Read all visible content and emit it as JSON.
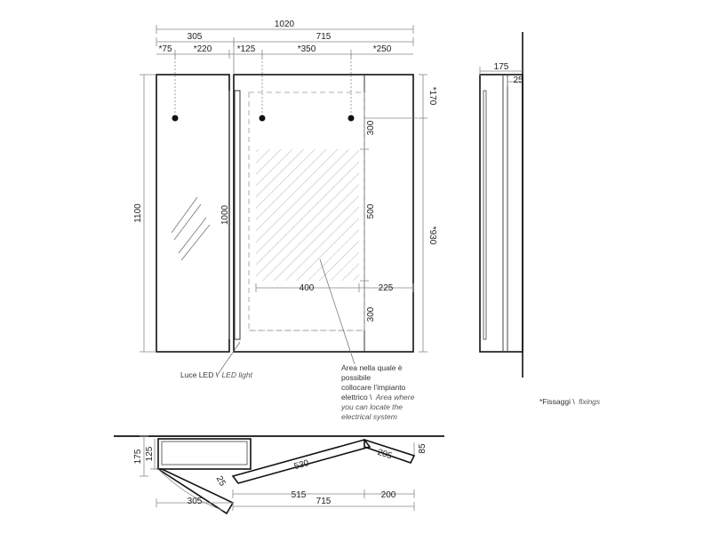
{
  "dimensions": {
    "total_width": "1020",
    "left_width": "305",
    "right_width": "715",
    "fix_75": "*75",
    "fix_220": "*220",
    "fix_125": "*125",
    "fix_350": "*350",
    "fix_250": "*250",
    "height_1100": "1100",
    "height_1000": "1000",
    "fix_170": "*170",
    "fix_930": "*930",
    "area_300_top": "300",
    "area_500": "500",
    "area_300_bottom": "300",
    "area_400": "400",
    "area_225": "225",
    "side_175": "175",
    "side_25": "25",
    "plan_175": "175",
    "plan_125": "125",
    "plan_25": "25",
    "plan_530": "530",
    "plan_205": "205",
    "plan_85": "85",
    "plan_515": "515",
    "plan_200": "200",
    "plan_305": "305",
    "plan_715": "715"
  },
  "labels": {
    "led_light_it": "Luce LED \\",
    "led_light_en": "LED light",
    "area_line1": "Area nella quale è",
    "area_line2": "possibile",
    "area_line3": "collocare l’impianto",
    "area_line4_it": "elettrico \\",
    "area_line4_en": "Area where",
    "area_line5": "you can locate the",
    "area_line6": "electrical system",
    "fixings_it": "*Fissaggi \\",
    "fixings_en": "fixings"
  }
}
